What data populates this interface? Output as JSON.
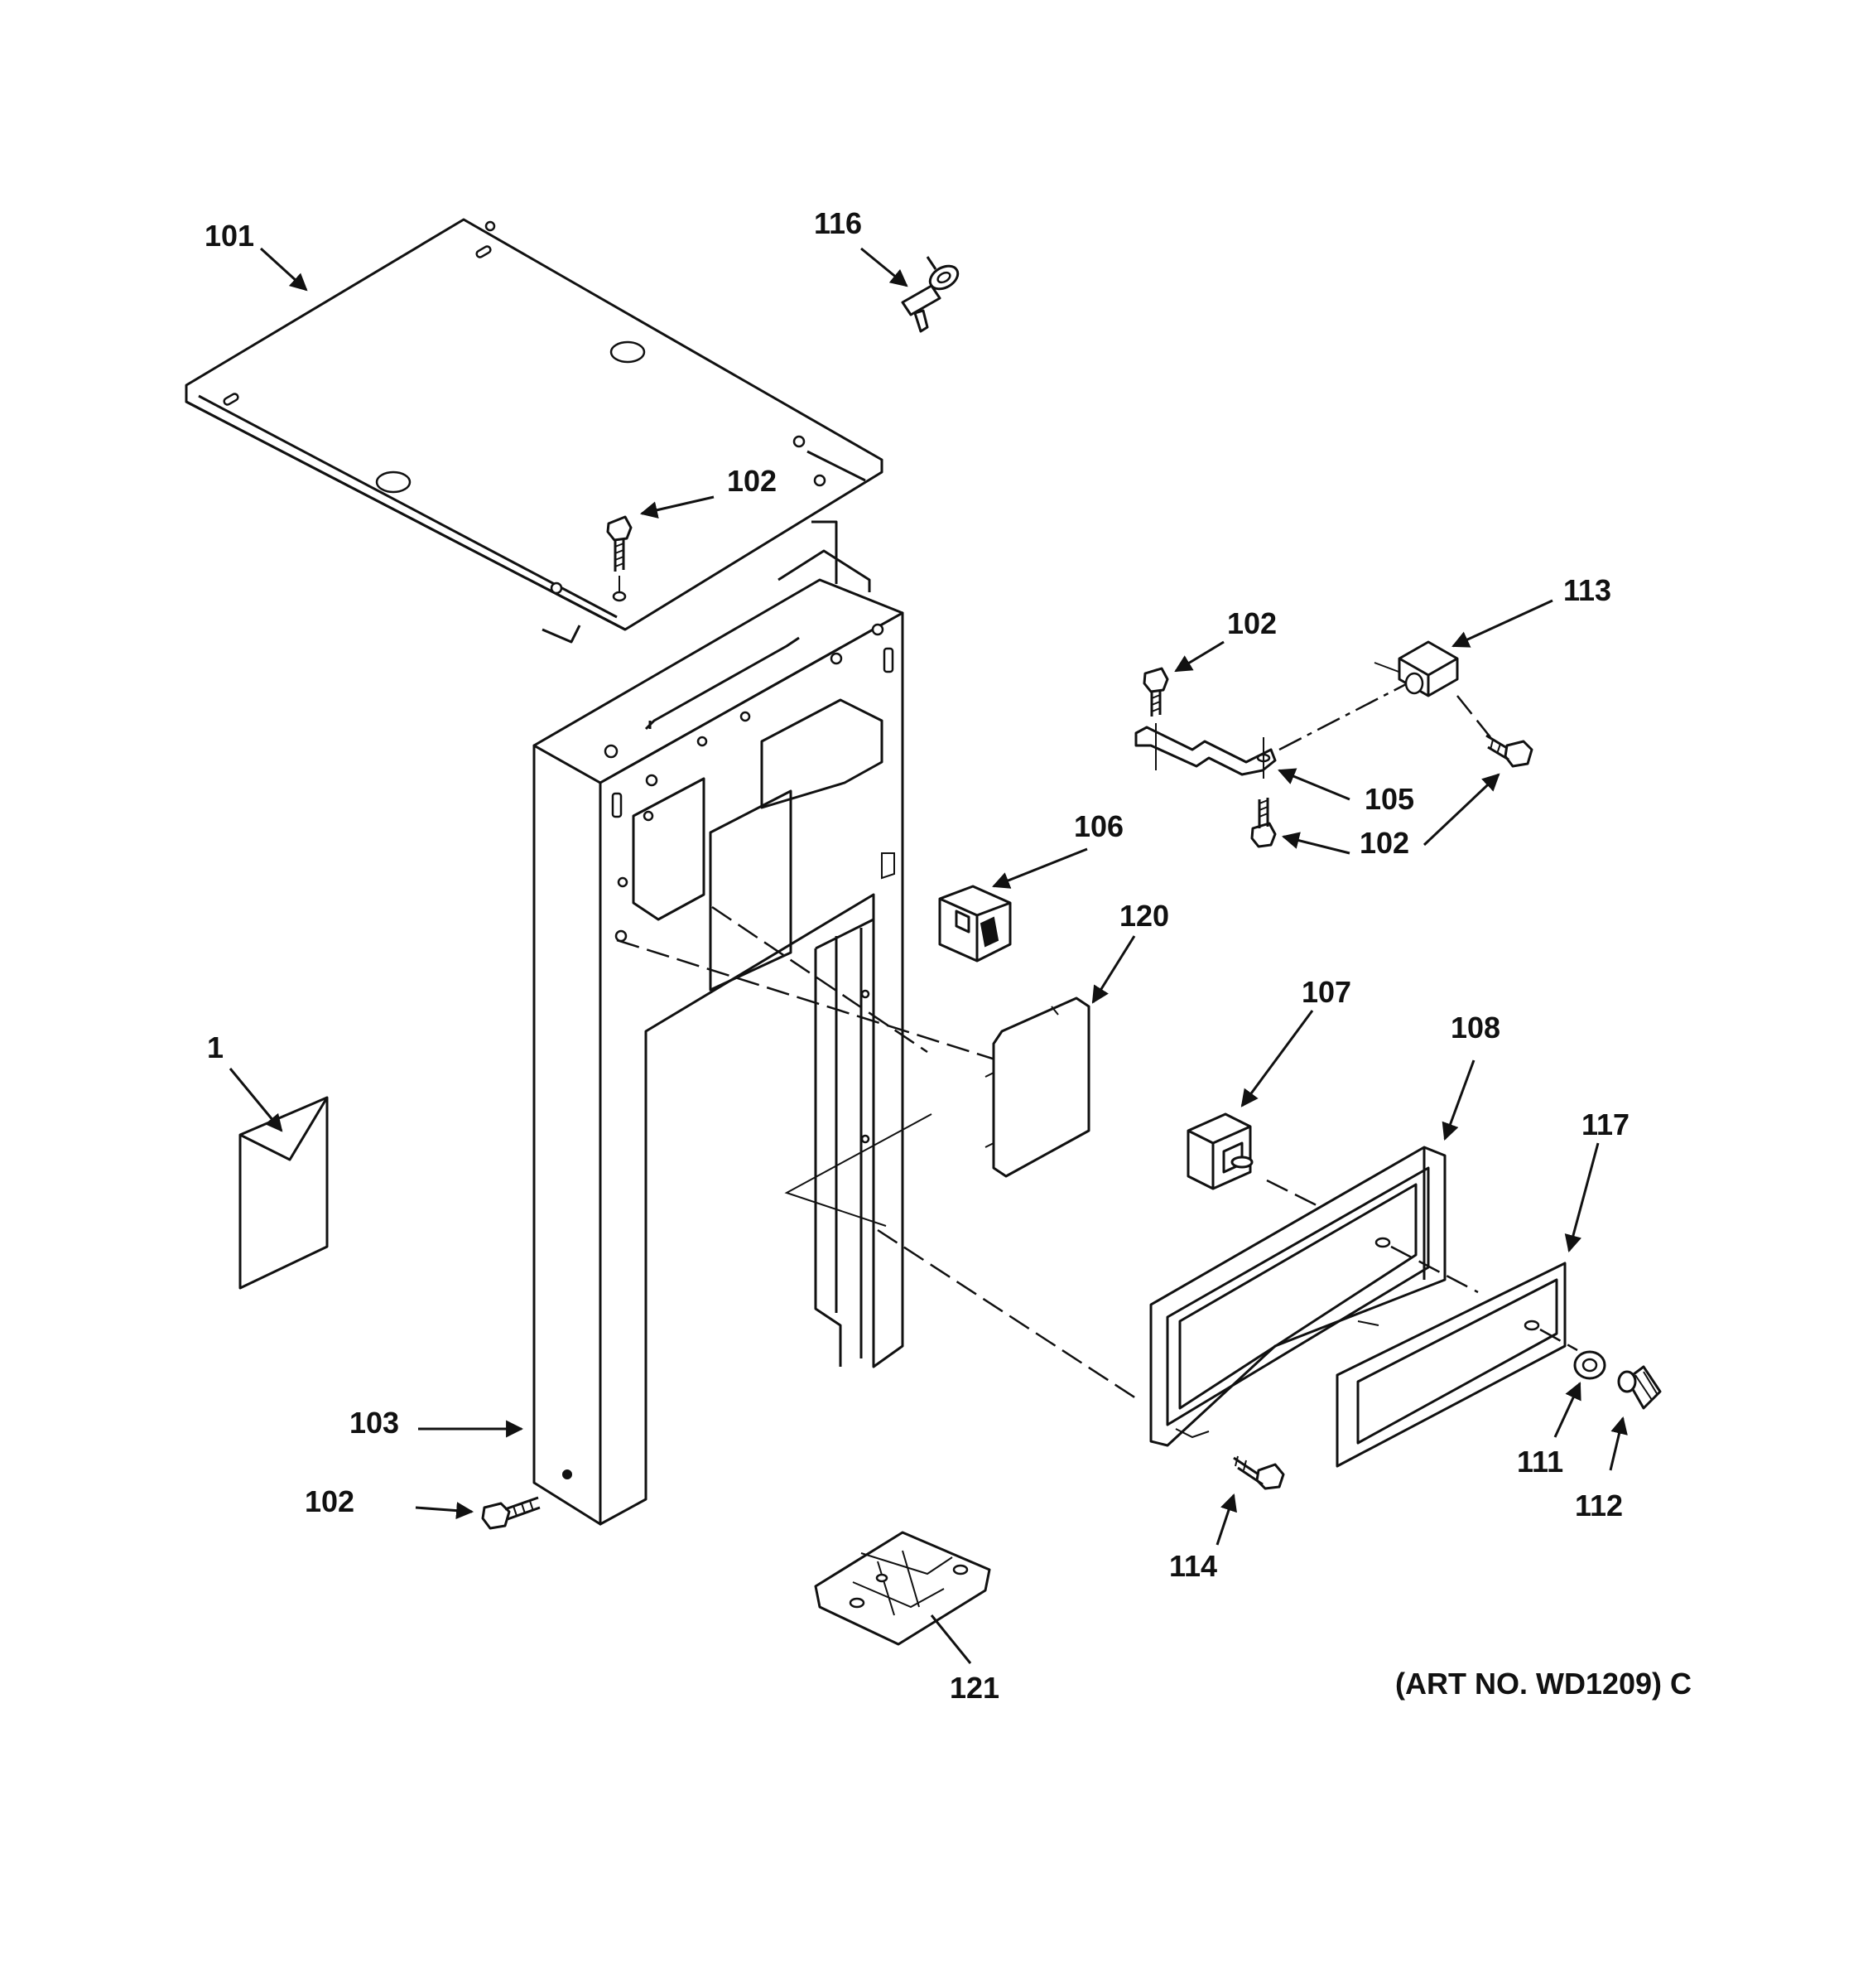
{
  "labels": {
    "l1": "1",
    "l101": "101",
    "l102a": "102",
    "l102b": "102",
    "l102c": "102",
    "l102d": "102",
    "l103": "103",
    "l105": "105",
    "l106": "106",
    "l107": "107",
    "l108": "108",
    "l111": "111",
    "l112": "112",
    "l113": "113",
    "l114": "114",
    "l116": "116",
    "l117": "117",
    "l120": "120",
    "l121": "121"
  },
  "art_number": "(ART NO. WD1209) C"
}
